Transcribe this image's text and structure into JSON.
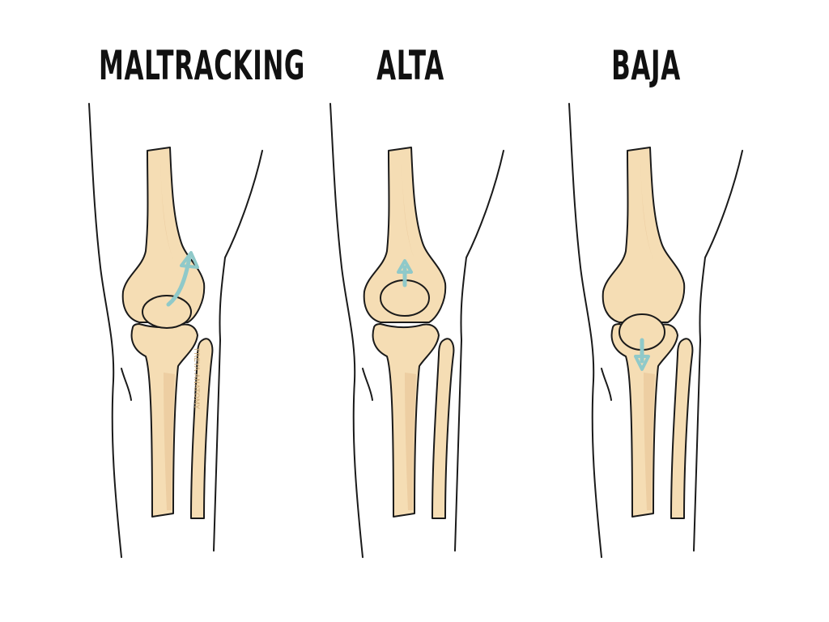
{
  "panels": [
    {
      "title": "MALTRACKING",
      "patella_shift": "up-right",
      "arrow": "diagonal-up"
    },
    {
      "title": "ALTA",
      "patella_shift": "up",
      "arrow": "up"
    },
    {
      "title": "BAJA",
      "patella_shift": "down",
      "arrow": "down"
    }
  ],
  "signature": "FREYA ANATOMY",
  "colors": {
    "bone": "#f5ddb4",
    "bone_shade": "#e6c194",
    "outline": "#1a1a1a",
    "arrow": "#8fc9c9"
  }
}
